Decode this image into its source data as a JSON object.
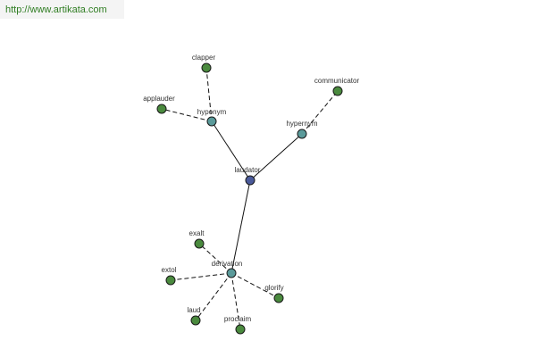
{
  "header": {
    "url": "http://www.artikata.com"
  },
  "colors": {
    "center": "#4a5a9a",
    "relation": "#5a9a9a",
    "word": "#4a8a3e",
    "banner_text": "#2f7d22",
    "banner_bg": "#f4f4f4"
  },
  "graph": {
    "center": {
      "id": "laudator",
      "label": "laudator",
      "kind": "center"
    },
    "relations": [
      {
        "id": "hyponym",
        "label": "hyponym",
        "kind": "relation"
      },
      {
        "id": "hypernym",
        "label": "hypernym",
        "kind": "relation"
      },
      {
        "id": "derivation",
        "label": "derivation",
        "kind": "relation"
      }
    ],
    "words": [
      {
        "id": "clapper",
        "label": "clapper",
        "kind": "word",
        "relation": "hyponym"
      },
      {
        "id": "applauder",
        "label": "applauder",
        "kind": "word",
        "relation": "hyponym"
      },
      {
        "id": "communicator",
        "label": "communicator",
        "kind": "word",
        "relation": "hypernym"
      },
      {
        "id": "exalt",
        "label": "exalt",
        "kind": "word",
        "relation": "derivation"
      },
      {
        "id": "extol",
        "label": "extol",
        "kind": "word",
        "relation": "derivation"
      },
      {
        "id": "glorify",
        "label": "glorify",
        "kind": "word",
        "relation": "derivation"
      },
      {
        "id": "laud",
        "label": "laud",
        "kind": "word",
        "relation": "derivation"
      },
      {
        "id": "proclaim",
        "label": "proclaim",
        "kind": "word",
        "relation": "derivation"
      }
    ]
  }
}
